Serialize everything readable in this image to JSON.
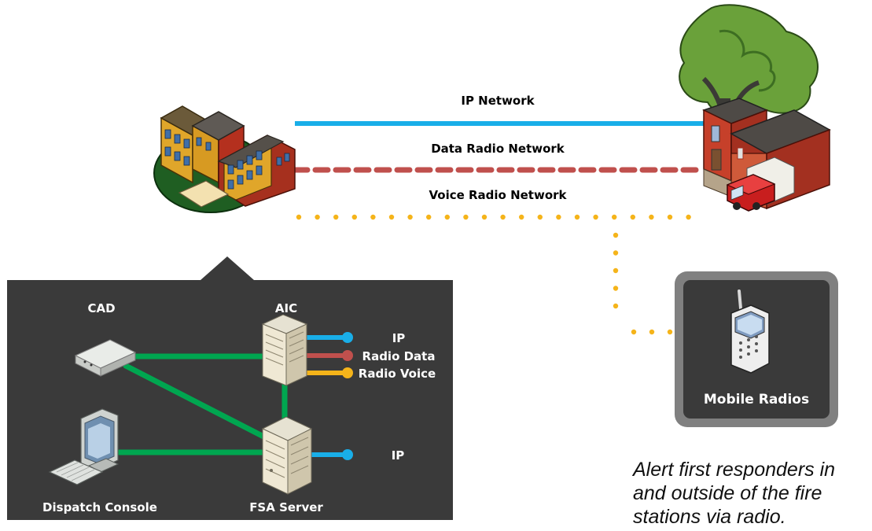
{
  "networks": {
    "ip": "IP Network",
    "data_radio": "Data Radio Network",
    "voice_radio": "Voice Radio Network"
  },
  "panel": {
    "cad": "CAD",
    "aic": "AIC",
    "dispatch_console": "Dispatch Console",
    "fsa_server": "FSA Server",
    "aic_ports": {
      "ip": "IP",
      "radio_data": "Radio Data",
      "radio_voice": "Radio Voice"
    },
    "fsa_port": "IP"
  },
  "mobile": {
    "label": "Mobile Radios"
  },
  "caption": "Alert first responders in and outside of the fire stations via radio.",
  "colors": {
    "ip": "#19aee8",
    "data_radio": "#c0504d",
    "voice_radio": "#f5b41a",
    "panel_bg": "#3a3a3a",
    "link": "#00a650"
  }
}
